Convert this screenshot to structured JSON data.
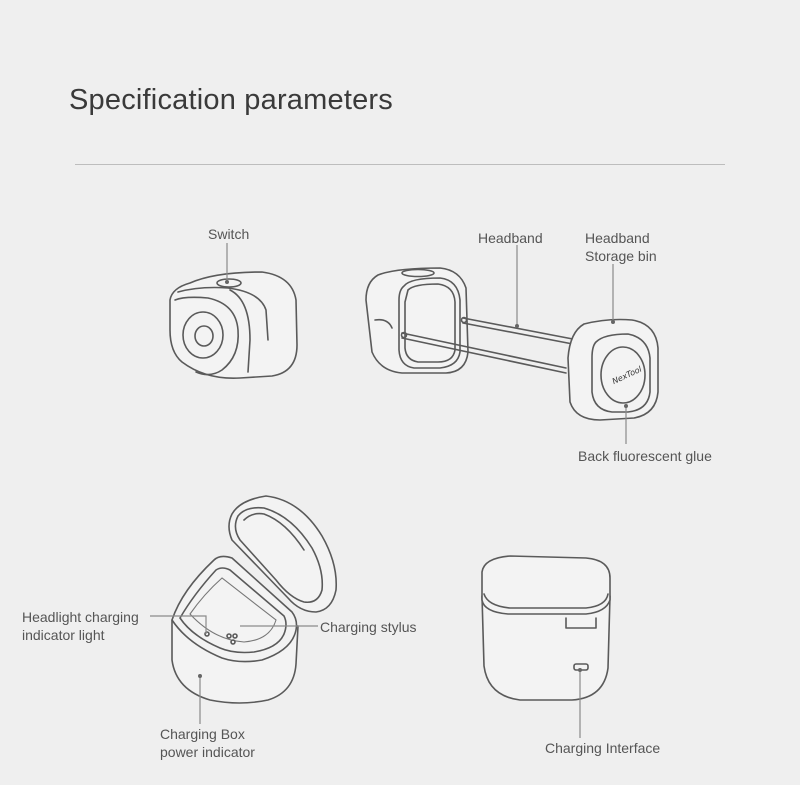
{
  "header": {
    "title": "Specification parameters"
  },
  "labels": {
    "switch": "Switch",
    "headband": "Headband",
    "storage_line1": "Headband",
    "storage_line2": "Storage bin",
    "back_glue": "Back fluorescent glue",
    "headlight_line1": "Headlight charging",
    "headlight_line2": "indicator light",
    "stylus": "Charging stylus",
    "power_line1": "Charging Box",
    "power_line2": "power indicator",
    "interface": "Charging Interface"
  },
  "logo_text": "NexTool"
}
